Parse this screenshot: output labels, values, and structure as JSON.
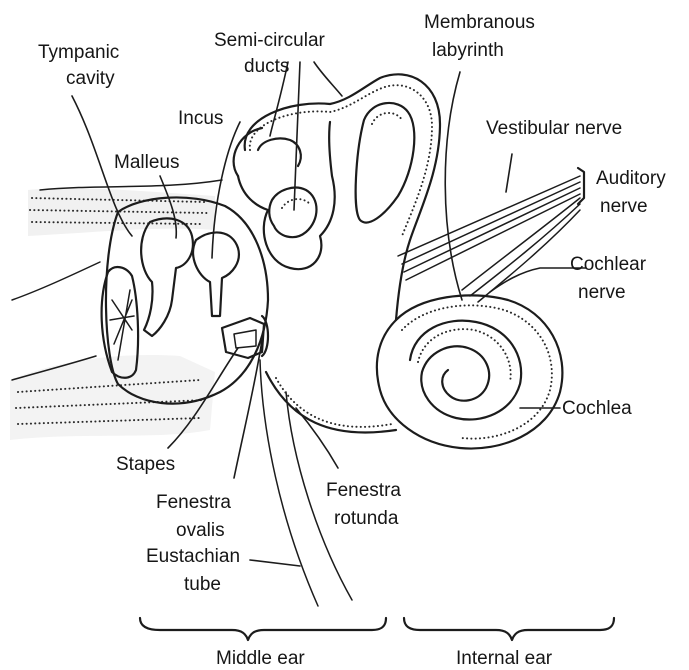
{
  "labels": {
    "tympanic_cavity": [
      "Tympanic",
      "cavity"
    ],
    "semicircular_ducts": [
      "Semi-circular",
      "ducts"
    ],
    "membranous_labyrinth": [
      "Membranous",
      "labyrinth"
    ],
    "incus": "Incus",
    "malleus": "Malleus",
    "vestibular_nerve": "Vestibular nerve",
    "auditory_nerve": [
      "Auditory",
      "nerve"
    ],
    "cochlear_nerve": [
      "Cochlear",
      "nerve"
    ],
    "cochlea": "Cochlea",
    "stapes": "Stapes",
    "fenestra_ovalis": [
      "Fenestra",
      "ovalis"
    ],
    "fenestra_rotunda": [
      "Fenestra",
      "rotunda"
    ],
    "eustachian_tube": [
      "Eustachian",
      "tube"
    ],
    "middle_ear": "Middle ear",
    "internal_ear": "Internal ear"
  }
}
